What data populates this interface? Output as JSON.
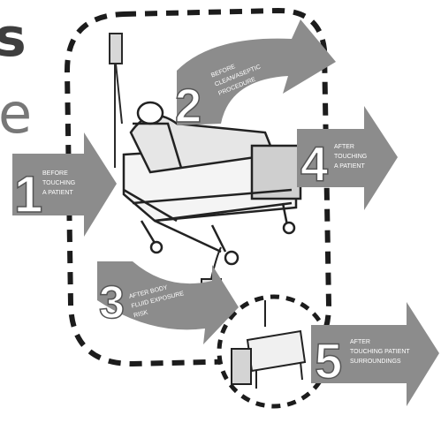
{
  "partial_title": {
    "line1": "s",
    "line2": "e"
  },
  "moments": [
    {
      "number": "1",
      "label_lines": [
        "BEFORE",
        "TOUCHING",
        "A PATIENT"
      ]
    },
    {
      "number": "2",
      "label_lines": [
        "BEFORE",
        "CLEAN/ASEPTIC",
        "PROCEDURE"
      ]
    },
    {
      "number": "3",
      "label_lines": [
        "AFTER BODY",
        "FLUID EXPOSURE",
        "RISK"
      ]
    },
    {
      "number": "4",
      "label_lines": [
        "AFTER",
        "TOUCHING",
        "A PATIENT"
      ]
    },
    {
      "number": "5",
      "label_lines": [
        "AFTER",
        "TOUCHING PATIENT",
        "SURROUNDINGS"
      ]
    }
  ],
  "colors": {
    "arrow_fill": "#8c8c8c",
    "arrow_dark": "#5e5e5e",
    "line": "#1c1c1c"
  }
}
